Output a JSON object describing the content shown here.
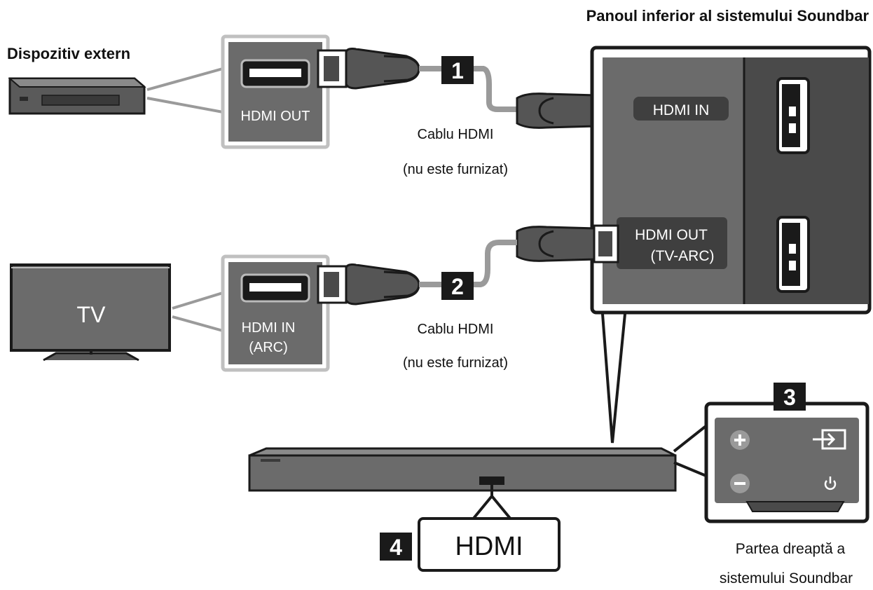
{
  "captions": {
    "panel_title": "Panoul inferior al sistemului Soundbar",
    "external_device": "Dispozitiv extern",
    "cable1_line1": "Cablu HDMI",
    "cable1_line2": "(nu este furnizat)",
    "cable2_line1": "Cablu HDMI",
    "cable2_line2": "(nu este furnizat)",
    "right_side_line1": "Partea dreaptă a",
    "right_side_line2": "sistemului Soundbar"
  },
  "ports": {
    "device_hdmi_out": "HDMI OUT",
    "tv_hdmi_in_line1": "HDMI IN",
    "tv_hdmi_in_line2": "(ARC)",
    "soundbar_hdmi_in": "HDMI IN",
    "soundbar_hdmi_out_line1": "HDMI OUT",
    "soundbar_hdmi_out_line2": "(TV-ARC)"
  },
  "tv_label": "TV",
  "hdmi_callout": "HDMI",
  "steps": [
    "1",
    "2",
    "3",
    "4"
  ],
  "icons": [
    "plus-icon",
    "minus-icon",
    "input-source-icon",
    "power-icon"
  ],
  "colors": {
    "panel_dark": "#4a4a4a",
    "panel_mid": "#6b6b6b",
    "outline": "#1a1a1a",
    "cable": "#9a9a9a"
  }
}
